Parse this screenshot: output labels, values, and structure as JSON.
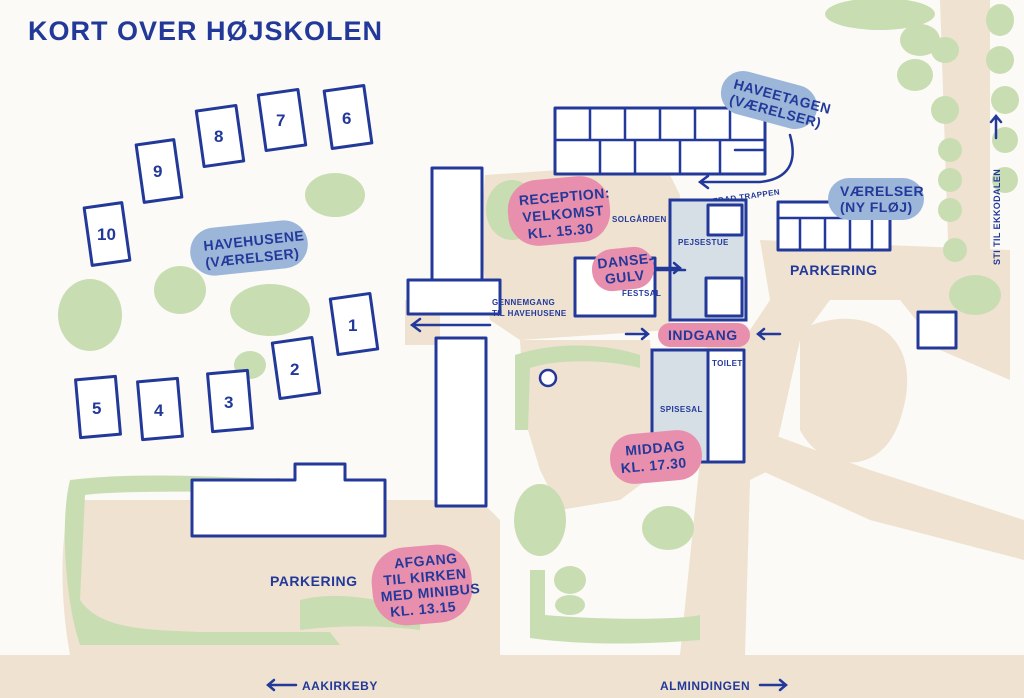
{
  "title": "KORT OVER HØJSKOLEN",
  "havehuse": {
    "label_line1": "HAVEHUSENE",
    "label_line2": "(VÆRELSER)",
    "numbers": [
      "1",
      "2",
      "3",
      "4",
      "5",
      "6",
      "7",
      "8",
      "9",
      "10"
    ]
  },
  "buildings": {
    "haveetagen_line1": "HAVEETAGEN",
    "haveetagen_line2": "(VÆRELSER)",
    "nedad_trappen": "NEDAD TRAPPEN",
    "ny_floj_line1": "VÆRELSER",
    "ny_floj_line2": "(NY FLØJ)",
    "solgaarden": "SOLGÅRDEN",
    "pejsestue": "PEJSESTUE",
    "festsal": "FESTSAL",
    "toilet": "TOILET",
    "spisesal": "SPISESAL",
    "gennemgang_line1": "GENNEMGANG",
    "gennemgang_line2": "TIL HAVEHUSENE"
  },
  "bubbles": {
    "reception_line1": "RECEPTION:",
    "reception_line2": "VELKOMST",
    "reception_line3": "KL. 15.30",
    "danse_line1": "DANSE-",
    "danse_line2": "GULV",
    "indgang": "INDGANG",
    "middag_line1": "MIDDAG",
    "middag_line2": "KL. 17.30",
    "afgang_line1": "AFGANG",
    "afgang_line2": "TIL KIRKEN",
    "afgang_line3": "MED MINIBUS",
    "afgang_line4": "KL. 13.15"
  },
  "parking_right": "PARKERING",
  "parking_left": "PARKERING",
  "roads": {
    "aakirkeby": "AAKIRKEBY",
    "almindingen": "ALMINDINGEN",
    "ekkodalen": "STI TIL EKKODALEN"
  },
  "colors": {
    "ink": "#23399a",
    "highlight": "#e98fae",
    "tag": "#9cb6d9",
    "greenery": "#c9ddb2",
    "path": "#efe2d0",
    "indoor": "#d7dfe6"
  }
}
